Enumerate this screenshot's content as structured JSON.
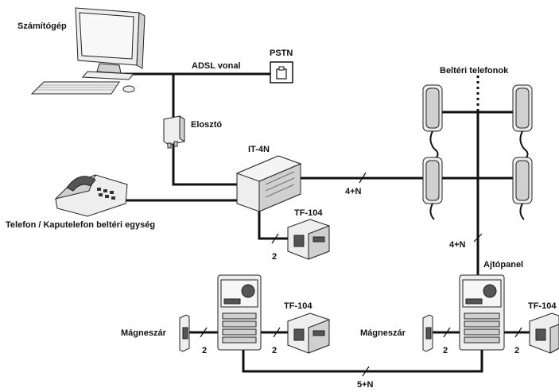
{
  "labels": {
    "computer": "Számítógép",
    "pstn": "PSTN",
    "adsl": "ADSL vonal",
    "splitter": "Elosztó",
    "indoor_phones": "Beltéri telefonok",
    "it4n": "IT-4N",
    "bus_4n_left": "4+N",
    "bus_4n_right": "4+N",
    "phone_unit": "Telefon / Kaputelefon beltéri egység",
    "tf104_top": "TF-104",
    "wire_count_tf_top": "2",
    "door_panel": "Ajtópanel",
    "magnet_lock_left": "Mágneszár",
    "magnet_lock_right": "Mágneszár",
    "tf104_mid": "TF-104",
    "tf104_right": "TF-104",
    "wire_lock_left": "2",
    "wire_tf_mid": "2",
    "wire_lock_right": "2",
    "wire_tf_right": "2",
    "bus_5n": "5+N"
  },
  "colors": {
    "line": "#111111",
    "device_light": "#eeeeee",
    "device_mid": "#d0d0d0",
    "device_dark": "#555555"
  }
}
